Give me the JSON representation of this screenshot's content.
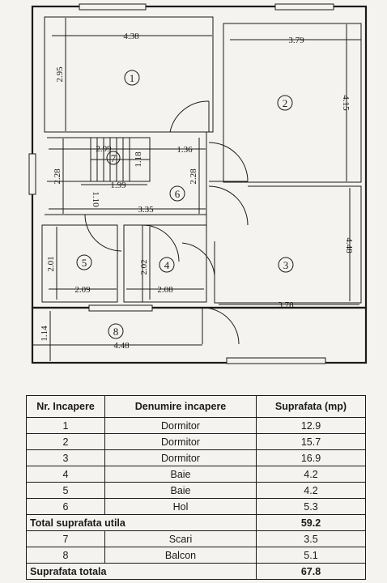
{
  "plan": {
    "rooms": [
      {
        "num": "1"
      },
      {
        "num": "2"
      },
      {
        "num": "3"
      },
      {
        "num": "4"
      },
      {
        "num": "5"
      },
      {
        "num": "6"
      },
      {
        "num": "7"
      },
      {
        "num": "8"
      }
    ],
    "dims": [
      "4.38",
      "2.95",
      "3.79",
      "4.15",
      "2.99",
      "1.18",
      "1.36",
      "2.28",
      "1.99",
      "2.28",
      "1.10",
      "3.35",
      "2.01",
      "2.02",
      "4.48",
      "2.09",
      "2.08",
      "3.78",
      "1.14",
      "4.48"
    ]
  },
  "table": {
    "headers": [
      "Nr. Incapere",
      "Denumire incapere",
      "Suprafata (mp)"
    ],
    "rows": [
      {
        "nr": "1",
        "name": "Dormitor",
        "area": "12.9"
      },
      {
        "nr": "2",
        "name": "Dormitor",
        "area": "15.7"
      },
      {
        "nr": "3",
        "name": "Dormitor",
        "area": "16.9"
      },
      {
        "nr": "4",
        "name": "Baie",
        "area": "4.2"
      },
      {
        "nr": "5",
        "name": "Baie",
        "area": "4.2"
      },
      {
        "nr": "6",
        "name": "Hol",
        "area": "5.3"
      }
    ],
    "total_util_label": "Total suprafata utila",
    "total_util_value": "59.2",
    "rows2": [
      {
        "nr": "7",
        "name": "Scari",
        "area": "3.5"
      },
      {
        "nr": "8",
        "name": "Balcon",
        "area": "5.1"
      }
    ],
    "total_label": "Suprafata totala",
    "total_value": "67.8"
  }
}
